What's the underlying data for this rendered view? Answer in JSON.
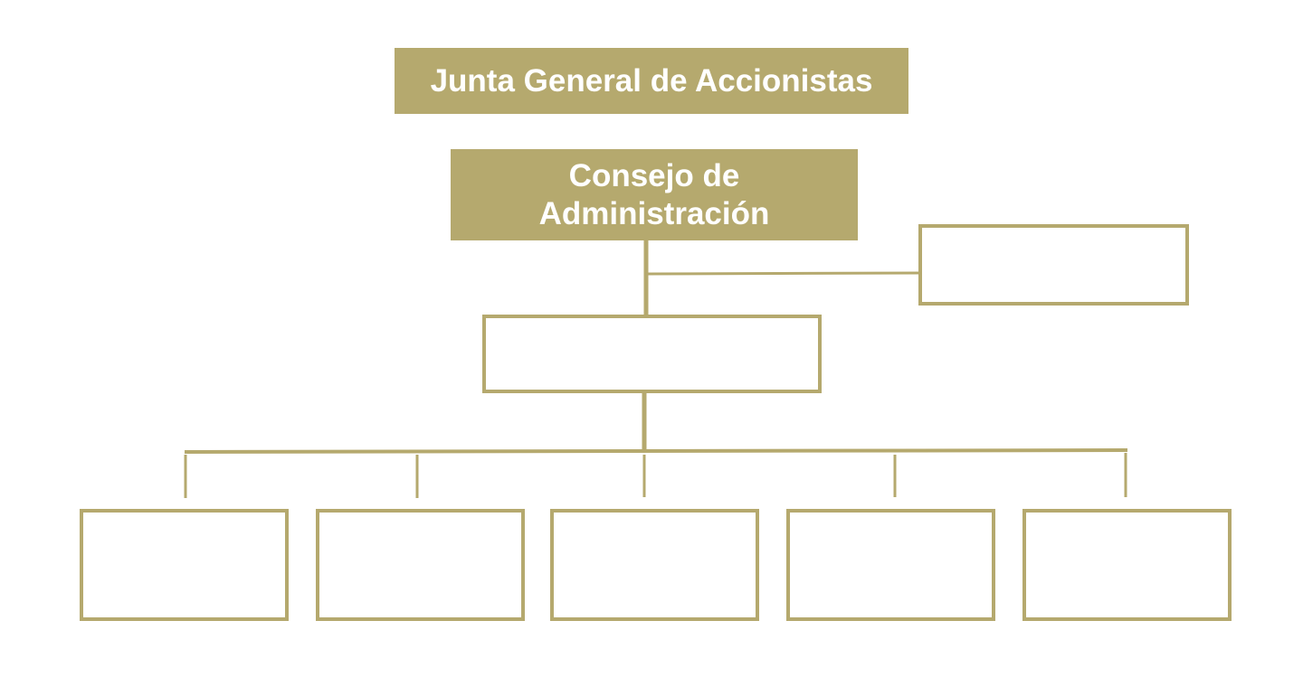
{
  "diagram": {
    "accent_color": "#b5a96e",
    "top_node": {
      "label": "Junta General de Accionistas"
    },
    "board_node": {
      "line1": "Consejo de",
      "line2": "Administración"
    },
    "side_node": {
      "label": ""
    },
    "middle_node": {
      "label": ""
    },
    "bottom_nodes": [
      {
        "label": ""
      },
      {
        "label": ""
      },
      {
        "label": ""
      },
      {
        "label": ""
      },
      {
        "label": ""
      }
    ]
  }
}
